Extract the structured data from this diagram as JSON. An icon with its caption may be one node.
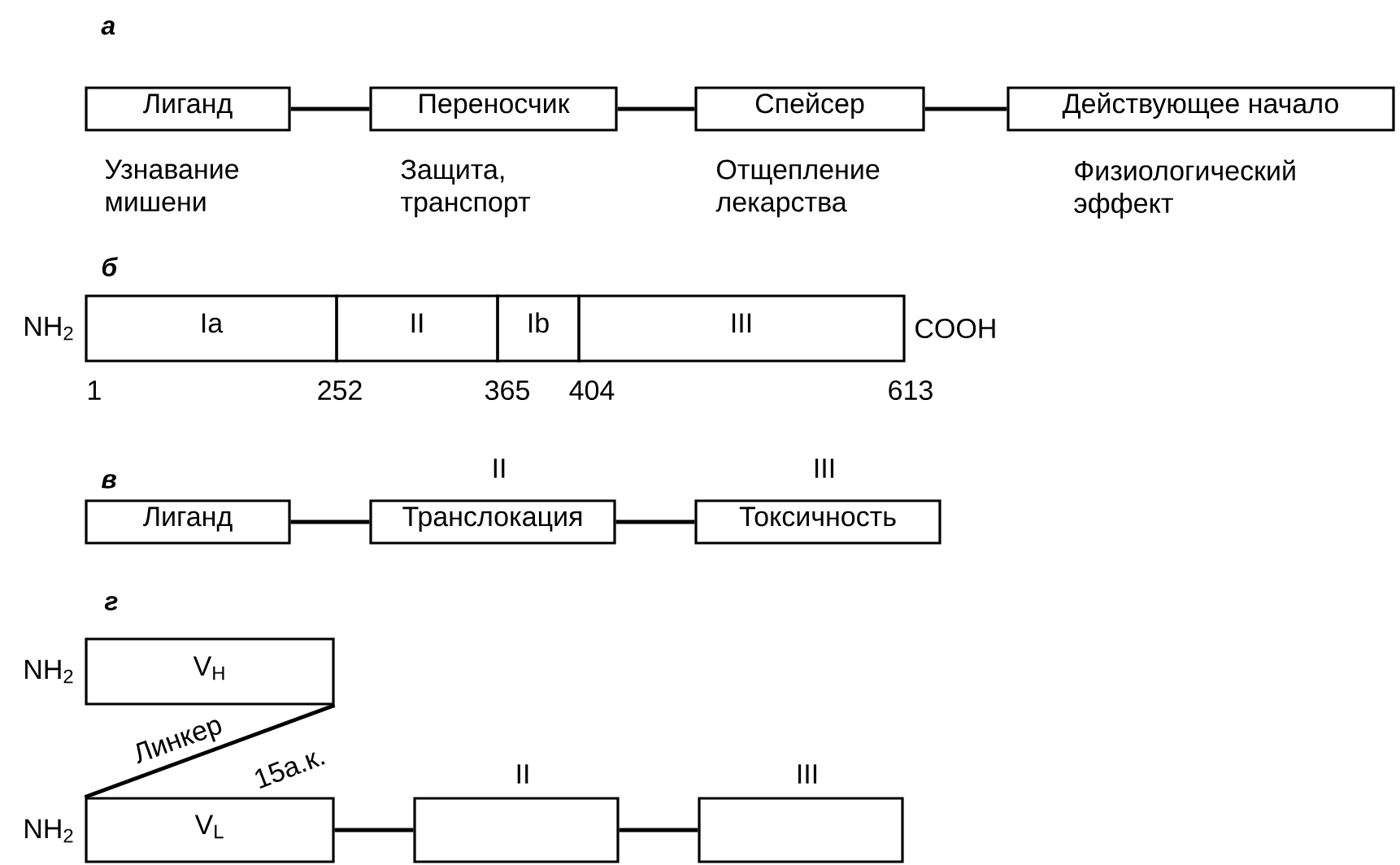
{
  "diagram": {
    "nodes": [
      {
        "text": [
          "Лиганд"
        ],
        "beside": [
          "Узнавание мишени"
        ]
      },
      {
        "text": [
          "Переносчик"
        ],
        "beside": [
          "Защита, транспорт"
        ]
      },
      {
        "text": [
          "Спейсер"
        ],
        "beside": [
          "Отщепление лекарства"
        ]
      },
      {
        "text": [
          "Действующее начало"
        ],
        "beside": [
          "Физиологический эффект"
        ]
      },
      {
        "text": [
          "Ia"
        ]
      },
      {
        "text": [
          "II"
        ]
      },
      {
        "text": [
          "Ib"
        ]
      },
      {
        "text": [
          "III"
        ]
      },
      {
        "text": [
          "Лиганд"
        ]
      },
      {
        "text": [
          "II",
          "Транслокация"
        ]
      },
      {
        "text": [
          "III",
          "Токсичность"
        ]
      },
      {
        "text": [
          "V$_{H}$"
        ]
      },
      {
        "text": [
          "V$_{L}$"
        ]
      },
      {
        "text": [
          "II"
        ]
      },
      {
        "text": [
          "III"
        ]
      }
    ],
    "edges": [
      {
        "from": 0,
        "to": 1,
        "arrow": "none"
      },
      {
        "from": 1,
        "to": 2,
        "arrow": "none"
      },
      {
        "from": 2,
        "to": 3,
        "arrow": "none"
      },
      {
        "from": 8,
        "to": 9,
        "arrow": "none"
      },
      {
        "from": 9,
        "to": 10,
        "arrow": "none"
      },
      {
        "from": 11,
        "to": 12,
        "arrow": "none",
        "label": "Линкер"
      },
      {
        "from": 12,
        "to": 13,
        "arrow": "none"
      },
      {
        "from": 13,
        "to": 14,
        "arrow": "none"
      }
    ],
    "labels": [
      "а",
      "б",
      "NH$_{2}$",
      "COOH",
      "1",
      "252",
      "365",
      "404",
      "613",
      "в",
      "г",
      "NH$_{2}$",
      "15а.к.",
      "NH$_{2}$"
    ]
  }
}
